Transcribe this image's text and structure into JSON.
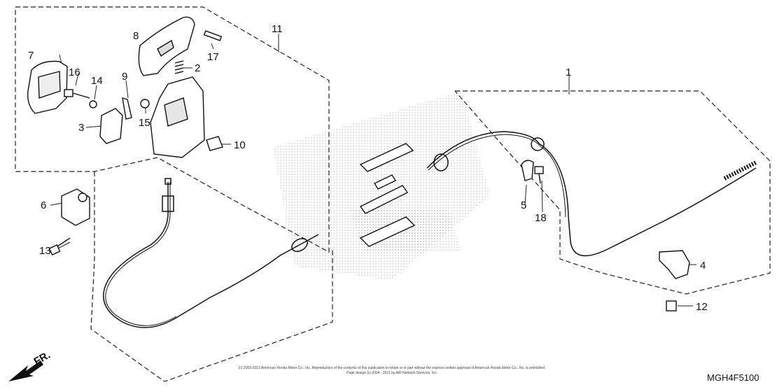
{
  "diagram": {
    "callouts": [
      "1",
      "2",
      "3",
      "4",
      "5",
      "6",
      "7",
      "8",
      "9",
      "10",
      "11",
      "12",
      "13",
      "14",
      "15",
      "16",
      "17",
      "18"
    ],
    "front_marker": "FR.",
    "diagram_code": "MGH4F5100",
    "copyright_line1": "(c) 2003-2013 American Honda Motor Co., Inc. Reproduction of the contents of this publication in whole or in part without the express written approval of American Honda Motor Co., Inc. is prohibited.",
    "copyright_line2": "Page design (c) 2004 - 2011 by ARI Network Services, Inc."
  }
}
